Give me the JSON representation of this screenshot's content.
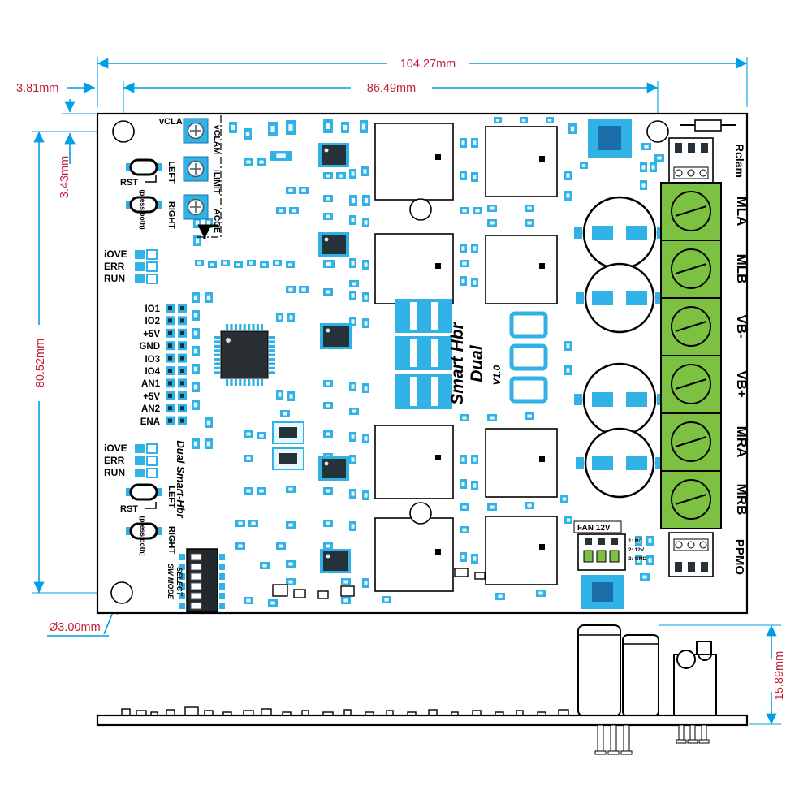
{
  "drawing": {
    "dimensions": {
      "overall_width": "104.27mm",
      "mount_hole_spacing_x": "86.49mm",
      "mount_hole_offset_x": "3.81mm",
      "mount_hole_offset_y": "3.43mm",
      "mount_hole_spacing_y": "80.52mm",
      "mount_hole_diameter": "Ø3.00mm",
      "side_profile_height": "15.89mm"
    },
    "silkscreen": {
      "trimmer_labels": [
        "vCLAM",
        "iLIMIT",
        "ACCE"
      ],
      "vclam_led_label": "vCLA",
      "reset_label": "RST",
      "press_both_label": "(press both)",
      "left_label": "LEFT",
      "right_label": "RIGHT",
      "status_led_labels": [
        "iOVE",
        "ERR",
        "RUN"
      ],
      "io_header_labels": [
        "IO1",
        "IO2",
        "+5V",
        "GND",
        "IO3",
        "IO4",
        "AN1",
        "+5V",
        "AN2",
        "ENA"
      ],
      "board_name_side": "Dual Smart-Hbr",
      "sw_mode_line1": "SW MODE",
      "sw_mode_line2": "SELECT",
      "title_line1": "Smart Hbr",
      "title_line2": "Dual",
      "version": "V1.0",
      "fan_label": "FAN 12V",
      "fan_pin_labels": [
        "1: NC",
        "2: 12V",
        "3: GND"
      ],
      "connector_labels": [
        "Rclam",
        "MLA",
        "MLB",
        "VB-",
        "VB+",
        "MRA",
        "MRB",
        "PPMO"
      ]
    }
  }
}
